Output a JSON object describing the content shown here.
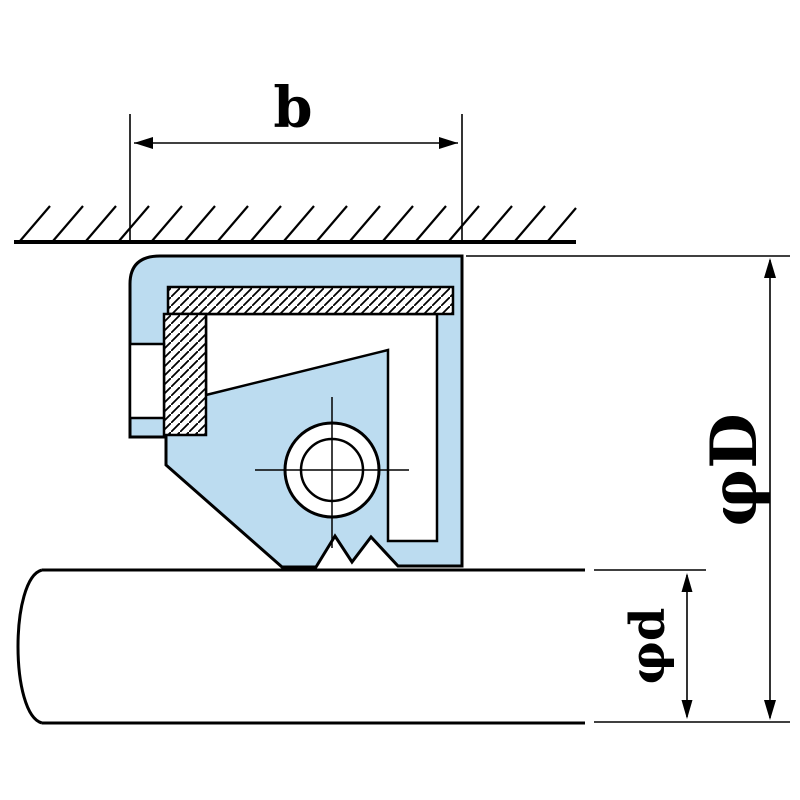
{
  "diagram": {
    "labels": {
      "width": "b",
      "outer_diameter": "φD",
      "shaft_diameter": "φd"
    },
    "colors": {
      "rubber": "#bcdcf0",
      "line": "#000000",
      "background": "#ffffff"
    }
  }
}
